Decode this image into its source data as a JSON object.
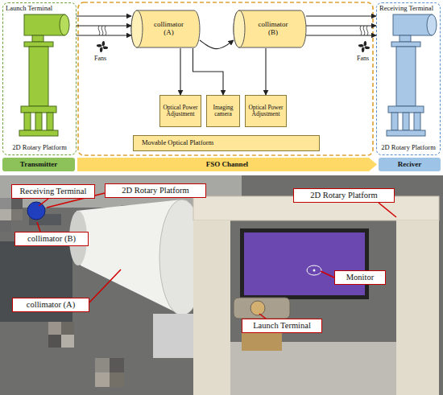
{
  "diagram": {
    "nodes": [
      {
        "text": [
          "Launch Terminal",
          "2D Rotary Platform"
        ]
      },
      {
        "text": [
          "collimator (A)"
        ]
      },
      {
        "text": [
          "collimator (B)"
        ]
      },
      {
        "text": [
          "Receiving Terminal",
          "2D Rotary Platform"
        ]
      },
      {
        "text": [
          "Optical Power Adjustment"
        ]
      },
      {
        "text": [
          "Imaging camera"
        ]
      },
      {
        "text": [
          "Optical Power Adjustment"
        ]
      },
      {
        "text": [
          "Movable Optical Platform"
        ]
      },
      {
        "text": [
          "Transmitter"
        ]
      },
      {
        "text": [
          "FSO Channel"
        ]
      },
      {
        "text": [
          "Reciver"
        ]
      },
      {
        "text": [
          "Receiving Terminal"
        ]
      },
      {
        "text": [
          "2D Rotary Platform"
        ]
      },
      {
        "text": [
          "2D Rotary Platform"
        ]
      },
      {
        "text": [
          "collimator (B)"
        ]
      },
      {
        "text": [
          "Monitor"
        ]
      },
      {
        "text": [
          "collimator (A)"
        ]
      },
      {
        "text": [
          "Launch Terminal"
        ]
      }
    ],
    "edges": [
      {
        "from": 0,
        "to": 1,
        "arrow": "to"
      },
      {
        "from": 0,
        "to": 1,
        "arrow": "to"
      },
      {
        "from": 0,
        "to": 1,
        "arrow": "to"
      },
      {
        "from": 1,
        "to": 2,
        "arrow": "to"
      },
      {
        "from": 1,
        "to": 4,
        "arrow": "to"
      },
      {
        "from": 1,
        "to": 5,
        "arrow": "to"
      },
      {
        "from": 2,
        "to": 6,
        "arrow": "to"
      },
      {
        "from": 2,
        "to": 3,
        "arrow": "to"
      },
      {
        "from": 2,
        "to": 3,
        "arrow": "to"
      },
      {
        "from": 2,
        "to": 3,
        "arrow": "to"
      }
    ],
    "labels": [
      "Fans",
      "Fans"
    ]
  }
}
